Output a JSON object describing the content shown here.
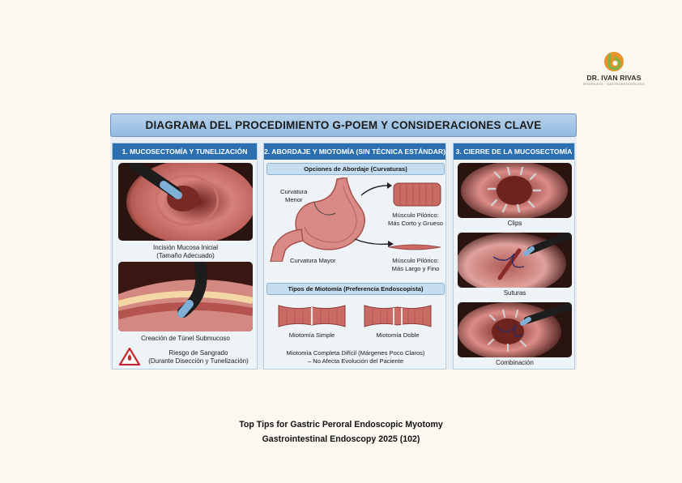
{
  "brand": {
    "name": "DR. IVAN RIVAS",
    "subtitle": "INTERNISTA · GASTROENTERÓLOGO"
  },
  "title": "DIAGRAMA DEL PROCEDIMIENTO G-POEM Y CONSIDERACIONES CLAVE",
  "panels": {
    "p1": {
      "heading": "1. MUCOSECTOMÍA Y TUNELIZACIÓN",
      "cap1a": "Incisión Mucosa Inicial",
      "cap1b": "(Tamaño Adecuado)",
      "cap2": "Creación de Túnel Submucoso",
      "risk_a": "Riesgo de Sangrado",
      "risk_b": "(Durante Disección y Tunelización)"
    },
    "p2": {
      "heading": "2. ABORDAJE Y MIOTOMÍA (SIN TÉCNICA ESTÁNDAR)",
      "sub1": "Opciones de Abordaje (Curvaturas)",
      "lesser_a": "Curvatura",
      "lesser_b": "Menor",
      "greater": "Curvatura Mayor",
      "pylorus1_a": "Músculo Pilórico:",
      "pylorus1_b": "Más Corto y Grueso",
      "pylorus2_a": "Músculo Pilórico:",
      "pylorus2_b": "Más Largo y Fino",
      "sub2": "Tipos de Miotomía (Preferencia Endoscopista)",
      "simple": "Miotomía Simple",
      "double": "Miotomía Doble",
      "note_a": "Miotomía Completa Difícil (Márgenes Poco Claros)",
      "note_b": "– No Afecta Evolución del Paciente"
    },
    "p3": {
      "heading": "3. CIERRE DE LA MUCOSECTOMÍA",
      "clips": "Clips",
      "sutures": "Suturas",
      "combo": "Combinación"
    }
  },
  "footer": {
    "line1": "Top Tips for Gastric Peroral Endoscopic Myotomy",
    "line2": "Gastrointestinal Endoscopy 2025 (102)"
  },
  "colors": {
    "header_blue": "#2b6fb0",
    "tissue_pink": "#d98a86",
    "risk_red": "#c0282e"
  }
}
